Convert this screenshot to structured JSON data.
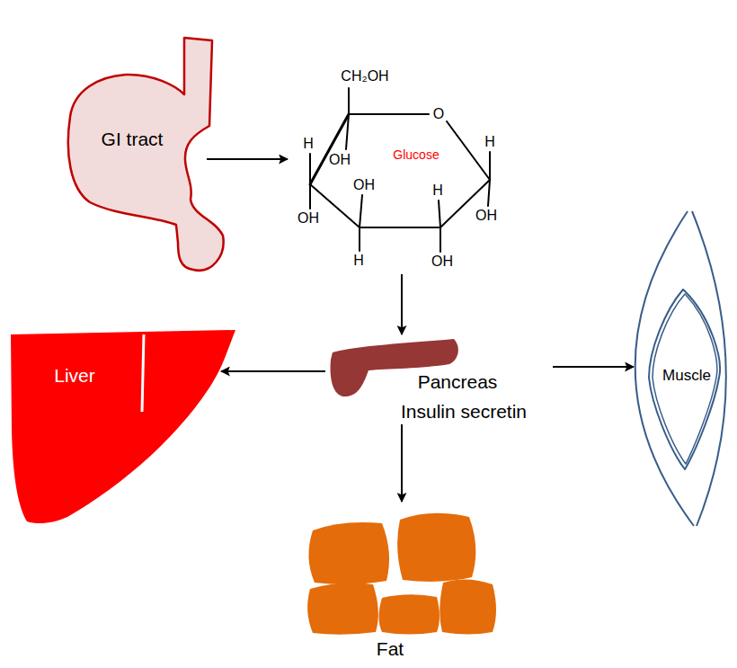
{
  "diagram": {
    "nodes": [
      {
        "text": [
          "GI tract"
        ]
      },
      {
        "text": [
          "Glucose"
        ]
      },
      {
        "text": [
          "Pancreas",
          "Insulin secretin"
        ]
      },
      {
        "text": [
          "Liver"
        ]
      },
      {
        "text": [
          "Muscle"
        ]
      },
      {
        "text": [
          "Fat"
        ]
      }
    ],
    "edges": [
      {
        "from": 0,
        "to": 1,
        "arrow": "to"
      },
      {
        "from": 1,
        "to": 2,
        "arrow": "to"
      },
      {
        "from": 2,
        "to": 3,
        "arrow": "to"
      },
      {
        "from": 2,
        "to": 4,
        "arrow": "to"
      },
      {
        "from": 2,
        "to": 5,
        "arrow": "to"
      }
    ],
    "labels": [
      "CH₂OH",
      "O",
      "H",
      "H",
      "OH",
      "OH",
      "H",
      "OH",
      "OH",
      "H",
      "OH"
    ]
  }
}
